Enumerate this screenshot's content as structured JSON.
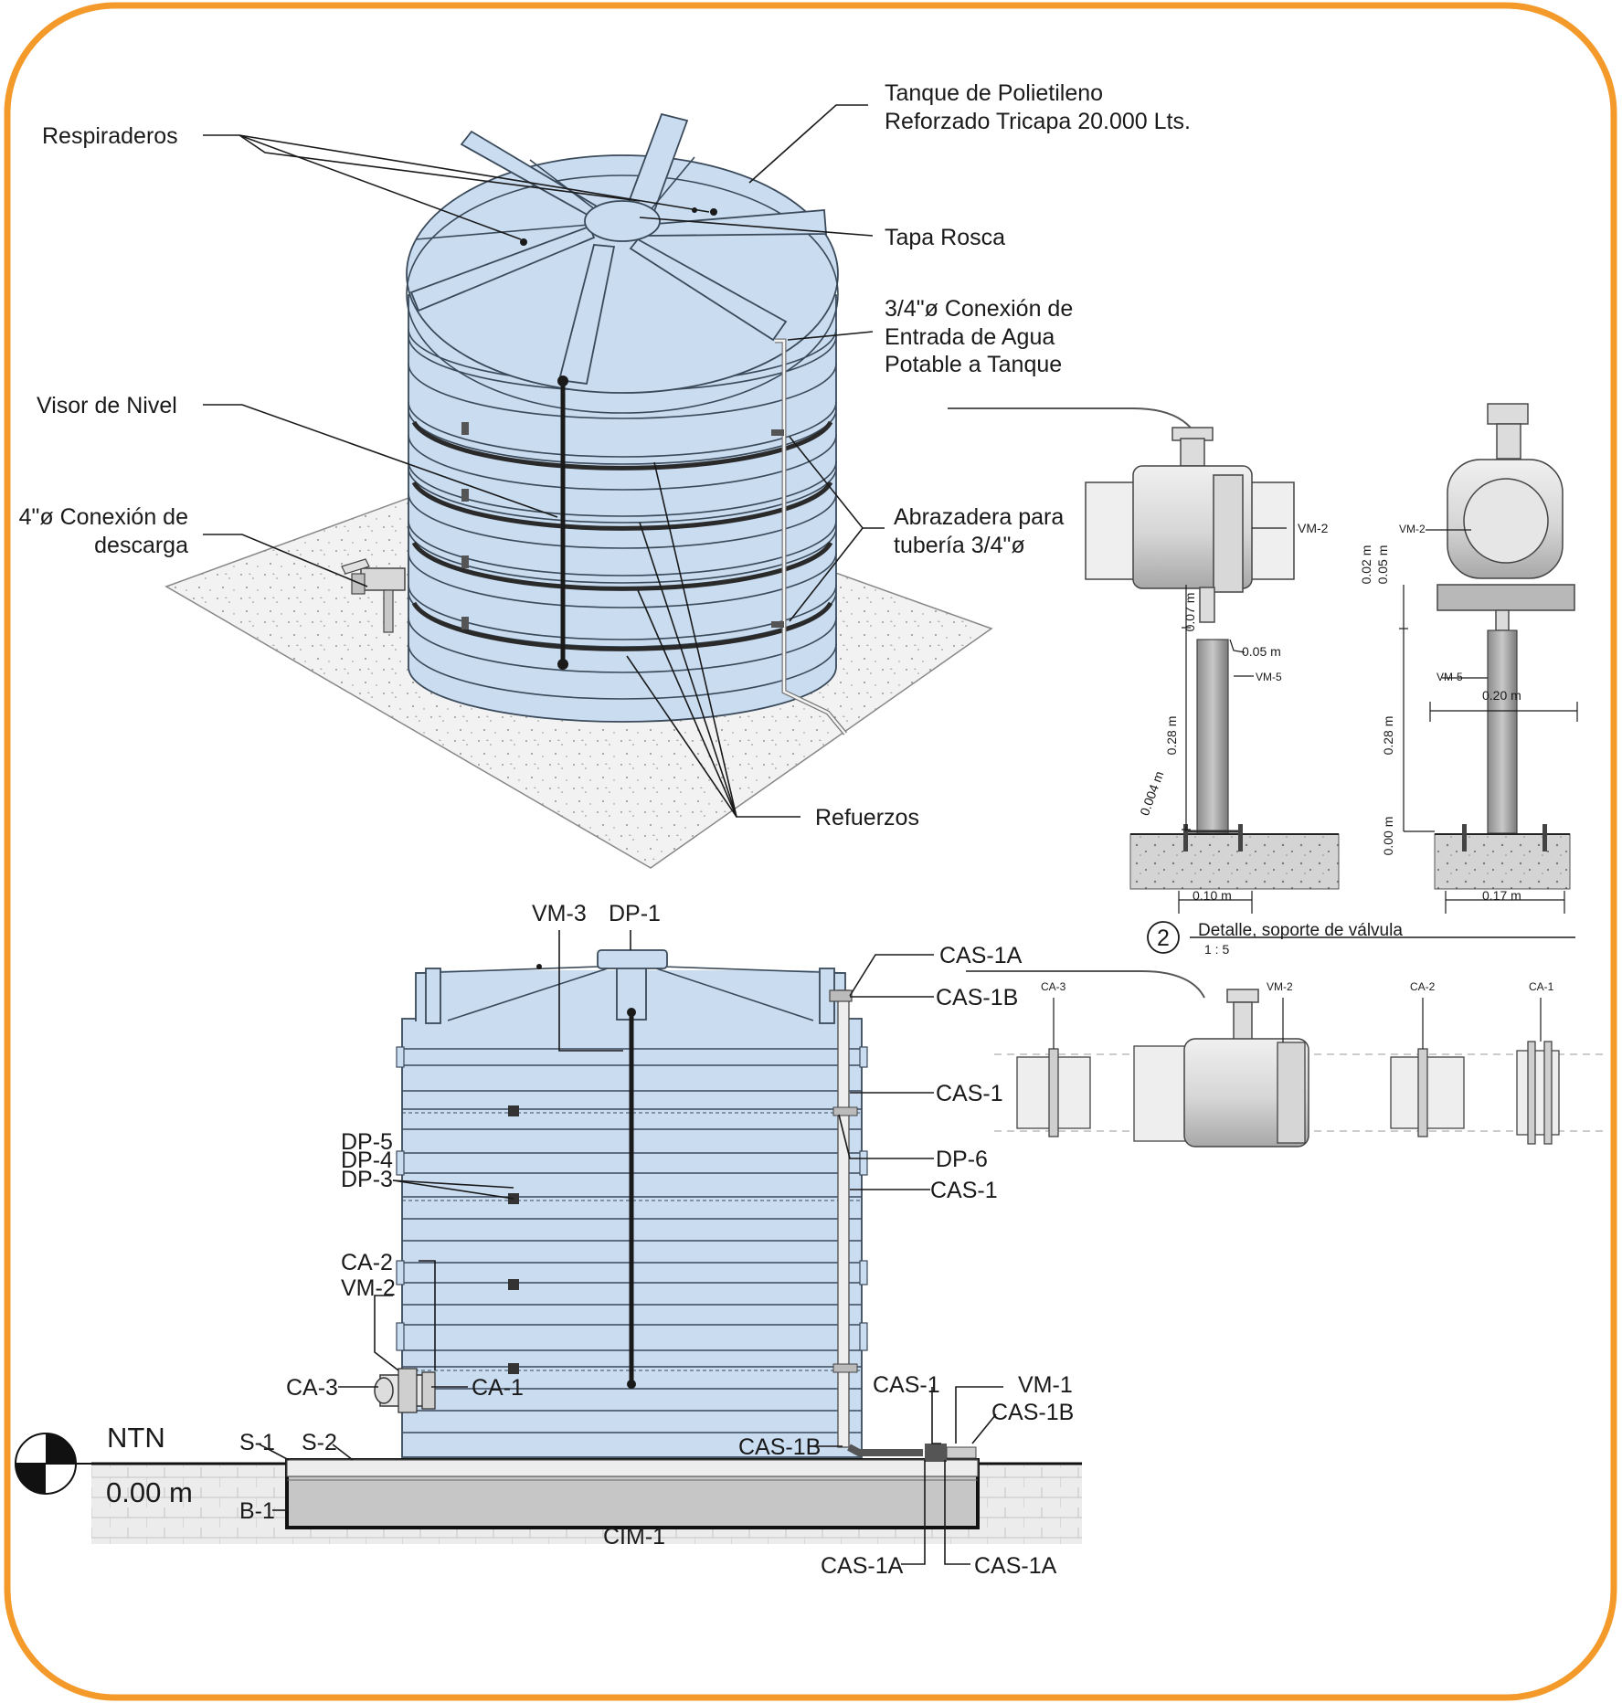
{
  "colors": {
    "frame_border": "#f39a2b",
    "tank_fill": "#c9dcf0",
    "ground": "#d8d8d8",
    "lines": "#1a1a1a"
  },
  "iso": {
    "tank_title_l1": "Tanque de Polietileno",
    "tank_title_l2": "Reforzado Tricapa 20.000 Lts.",
    "respiraderos": "Respiraderos",
    "tapa_rosca": "Tapa Rosca",
    "entrada_l1": "3/4\"ø Conexión de",
    "entrada_l2": "Entrada de Agua",
    "entrada_l3": "Potable a Tanque",
    "visor": "Visor de Nivel",
    "descarga_l1": "4\"ø Conexión de",
    "descarga_l2": "descarga",
    "abrazadera_l1": "Abrazadera para",
    "abrazadera_l2": "tubería 3/4\"ø",
    "refuerzos": "Refuerzos"
  },
  "detail": {
    "vm2_front": "VM-2",
    "vm2_side": "VM-2",
    "vm5_front": "VM-5",
    "vm5_side": "VM-5",
    "dim_007": "0.07 m",
    "dim_005": "0.05 m",
    "dim_028_front": "0.28 m",
    "dim_0004": "0.004 m",
    "dim_010": "0.10 m",
    "dim_002": "0.02 m",
    "dim_005_side": "0.05 m",
    "dim_020": "0.20 m",
    "dim_028_side": "0.28 m",
    "dim_000": "0.00 m",
    "dim_017": "0.17 m",
    "number": "2",
    "title": "Detalle, soporte de válvula",
    "scale": "1 : 5",
    "ca3": "CA-3",
    "vm2": "VM-2",
    "ca2": "CA-2",
    "ca1": "CA-1"
  },
  "elev": {
    "vm3": "VM-3",
    "dp1": "DP-1",
    "cas1a_top": "CAS-1A",
    "cas1b_top": "CAS-1B",
    "cas1_a": "CAS-1",
    "dp5": "DP-5",
    "dp4": "DP-4",
    "dp3": "DP-3",
    "dp6": "DP-6",
    "cas1_b": "CAS-1",
    "ca2": "CA-2",
    "vm2": "VM-2",
    "ca3": "CA-3",
    "ca1": "CA-1",
    "cas1_c": "CAS-1",
    "vm1": "VM-1",
    "cas1b_right": "CAS-1B",
    "ntn": "NTN",
    "s1": "S-1",
    "s2": "S-2",
    "cas1b_bottom": "CAS-1B",
    "level": "0.00 m",
    "b1": "B-1",
    "cim1": "CIM-1",
    "cas1a_left": "CAS-1A",
    "cas1a_right": "CAS-1A"
  }
}
